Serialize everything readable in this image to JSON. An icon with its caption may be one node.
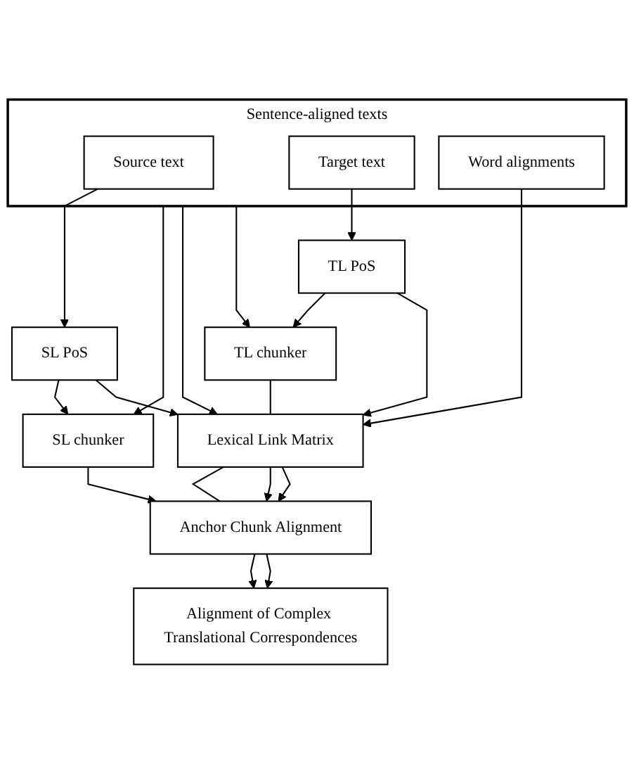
{
  "diagram": {
    "nodes": [
      {
        "text": [
          "Sentence-aligned texts"
        ]
      },
      {
        "text": [
          "Source text"
        ],
        "in": 0
      },
      {
        "text": [
          "Target text"
        ],
        "in": 0
      },
      {
        "text": [
          "Word alignments"
        ],
        "in": 0
      },
      {
        "text": [
          "SL PoS"
        ]
      },
      {
        "text": [
          "TL PoS"
        ]
      },
      {
        "text": [
          "SL chunker"
        ]
      },
      {
        "text": [
          "TL chunker"
        ]
      },
      {
        "text": [
          "Lexical Link Matrix"
        ]
      },
      {
        "text": [
          "Anchor Chunk Alignment"
        ]
      },
      {
        "text": [
          "Alignment of Complex Translational Correspondences"
        ]
      }
    ],
    "edges": [
      {
        "from": 1,
        "to": 4,
        "arrow": "to"
      },
      {
        "from": 2,
        "to": 5,
        "arrow": "to"
      },
      {
        "from": 0,
        "to": 6,
        "arrow": "to"
      },
      {
        "from": 0,
        "to": 8,
        "arrow": "to"
      },
      {
        "from": 0,
        "to": 7,
        "arrow": "to"
      },
      {
        "from": 4,
        "to": 6,
        "arrow": "to"
      },
      {
        "from": 4,
        "to": 8,
        "arrow": "to"
      },
      {
        "from": 5,
        "to": 7,
        "arrow": "to"
      },
      {
        "from": 5,
        "to": 8,
        "arrow": "to"
      },
      {
        "from": 7,
        "to": 8,
        "arrow": "none"
      },
      {
        "from": 3,
        "to": 8,
        "arrow": "to"
      },
      {
        "from": 6,
        "to": 9,
        "arrow": "to"
      },
      {
        "from": 8,
        "to": 9,
        "arrow": "none"
      },
      {
        "from": 8,
        "to": 9,
        "arrow": "to"
      },
      {
        "from": 8,
        "to": 9,
        "arrow": "to"
      },
      {
        "from": 9,
        "to": 10,
        "arrow": "to"
      },
      {
        "from": 9,
        "to": 10,
        "arrow": "to"
      }
    ]
  }
}
